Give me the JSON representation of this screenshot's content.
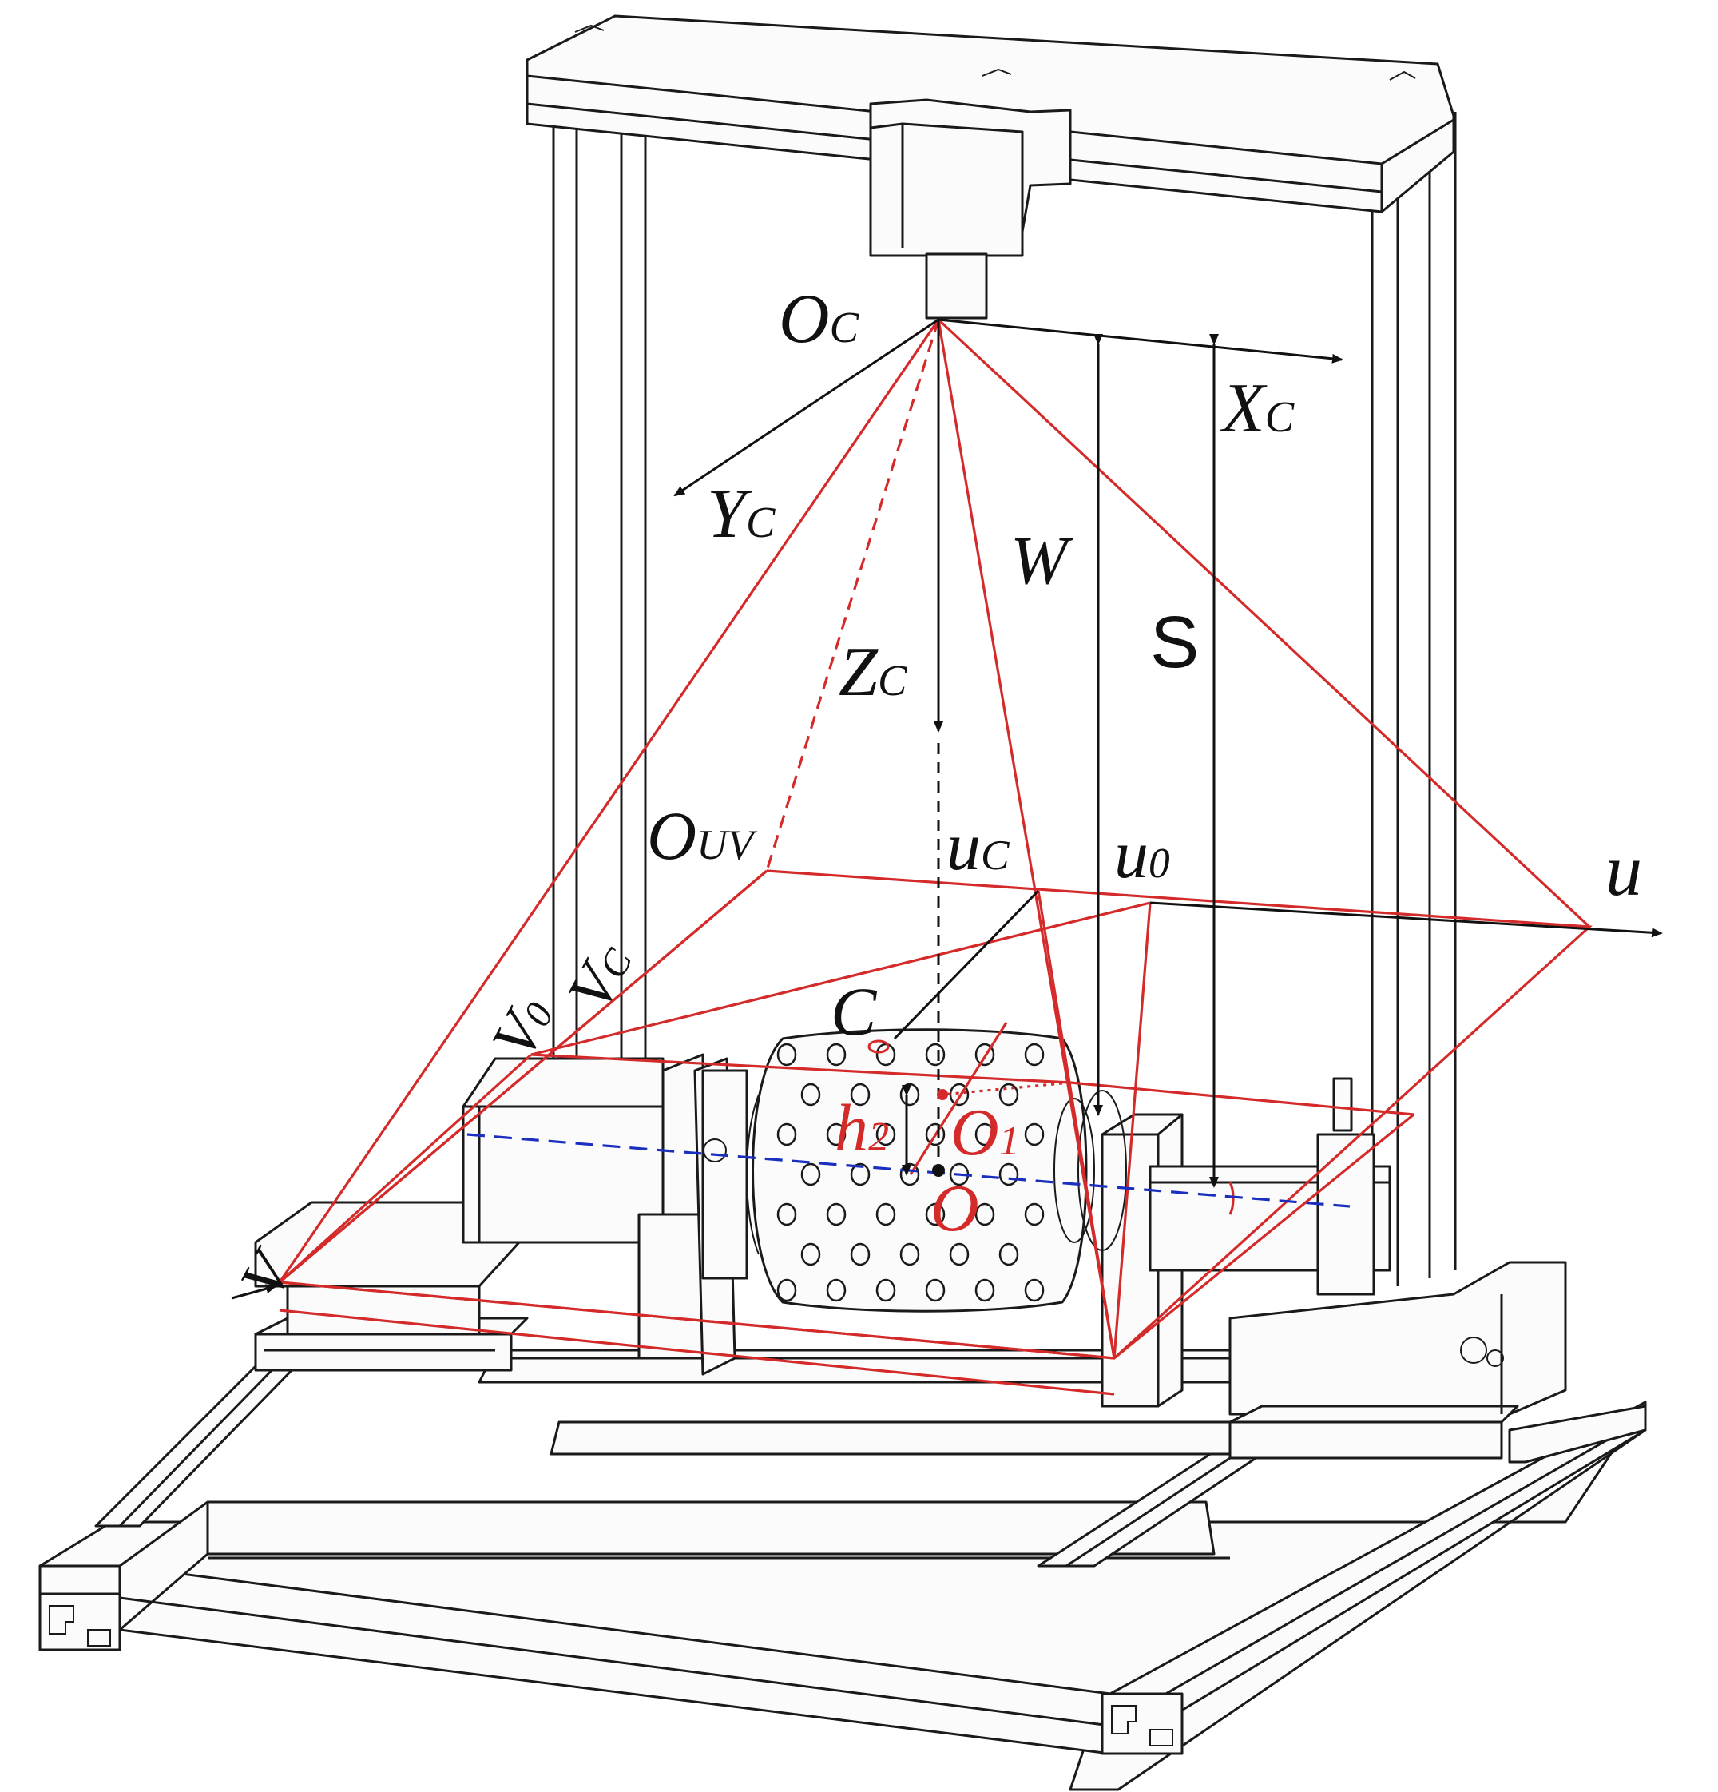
{
  "colors": {
    "frame_outline": "#1a1a1a",
    "projection_lines": "#d42a2a",
    "rotation_axis": "#1b2fbf",
    "red_labels": "#d42a2a"
  },
  "labels": {
    "camera_origin": {
      "main": "O",
      "sub": "C"
    },
    "x_axis": {
      "main": "X",
      "sub": "C"
    },
    "y_axis": {
      "main": "Y",
      "sub": "C"
    },
    "z_axis": {
      "main": "Z",
      "sub": "C"
    },
    "w_distance": "W",
    "s_distance": "S",
    "image_origin": {
      "main": "O",
      "sub": "UV"
    },
    "u_c": {
      "main": "u",
      "sub": "C"
    },
    "u_0": {
      "main": "u",
      "sub": "0"
    },
    "u_axis": "u",
    "v_0": {
      "main": "V",
      "sub": "0"
    },
    "v_c": {
      "main": "V",
      "sub": "C"
    },
    "v_axis": "V",
    "point_c": "C",
    "h2": {
      "main": "h",
      "sub": "2"
    },
    "o1": {
      "main": "O",
      "sub": "1"
    },
    "o": "O"
  },
  "icons": [
    "camera-body-icon",
    "stepper-motor-icon",
    "perforated-drum-icon"
  ]
}
